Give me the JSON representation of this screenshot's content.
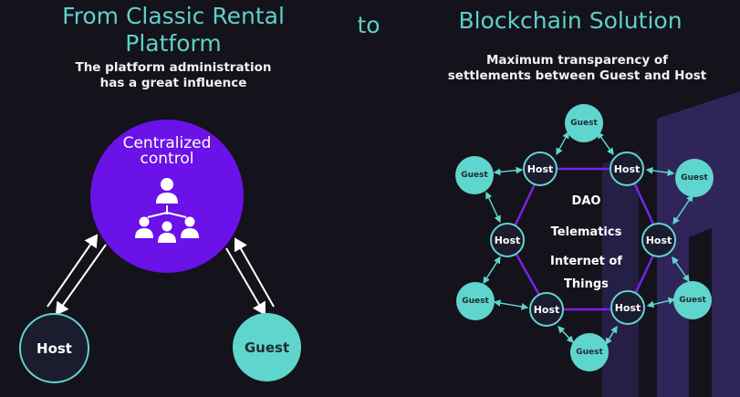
{
  "left": {
    "title": "From Classic Rental Platform",
    "subtitle_line1": "The platform administration",
    "subtitle_line2": "has a great influence",
    "center_label_line1": "Centralized",
    "center_label_line2": "control",
    "host_label": "Host",
    "guest_label": "Guest"
  },
  "connector": "to",
  "right": {
    "title": "Blockchain Solution",
    "subtitle_line1": "Maximum transparency of",
    "subtitle_line2": "settlements between Guest and Host",
    "center_lines": [
      "DAO",
      "Telematics",
      "Internet of",
      "Things"
    ],
    "hosts": [
      "Host",
      "Host",
      "Host",
      "Host",
      "Host",
      "Host"
    ],
    "guests": [
      "Guest",
      "Guest",
      "Guest",
      "Guest",
      "Guest",
      "Guest"
    ]
  },
  "colors": {
    "background": "#14121b",
    "accent_teal": "#5fd0c8",
    "centralized_purple": "#6a12e8",
    "network_purple": "#7a22e6"
  },
  "icons": [
    "people-hierarchy-icon",
    "bidirectional-arrow-icon"
  ]
}
